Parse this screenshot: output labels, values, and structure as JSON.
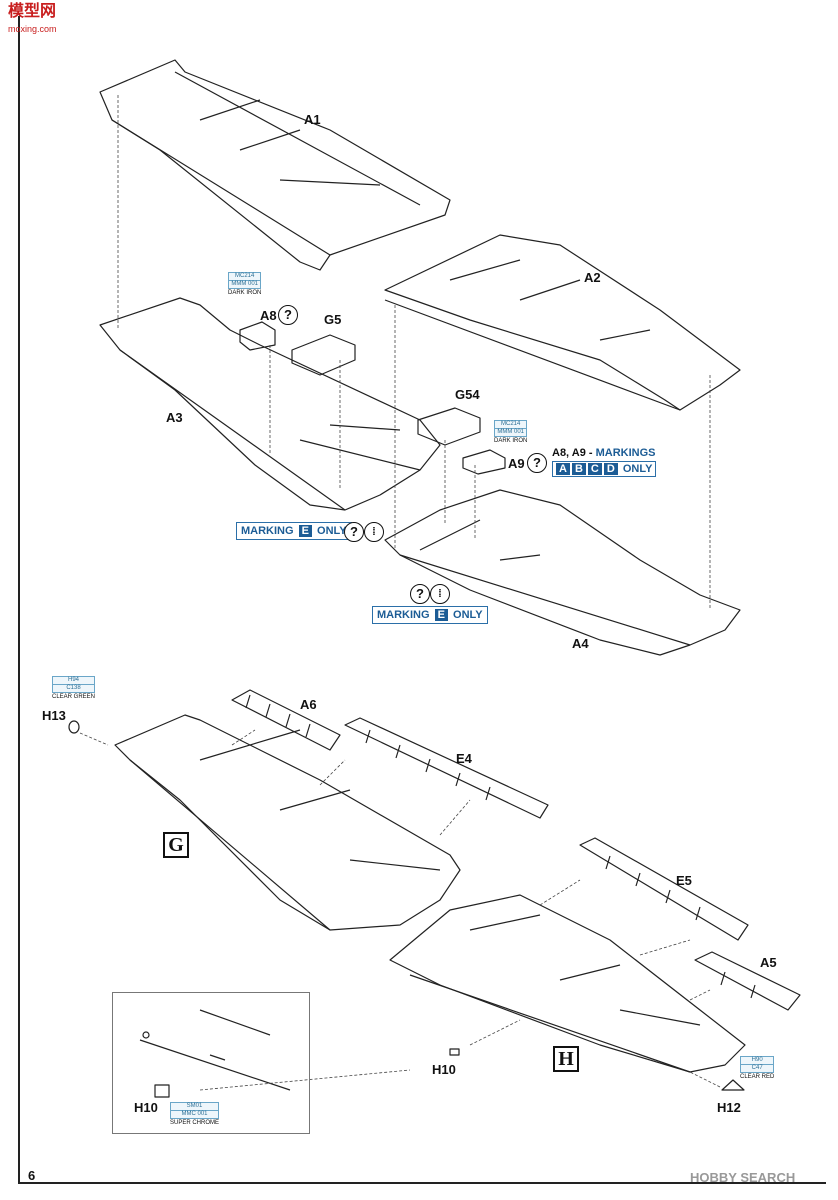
{
  "site_logo": {
    "text": "模型网",
    "subtext": "moxing.com"
  },
  "page_number": "6",
  "watermark": "HOBBY SEARCH",
  "part_labels": {
    "a1": "A1",
    "a2": "A2",
    "a3": "A3",
    "a4": "A4",
    "a5": "A5",
    "a6": "A6",
    "a8": "A8",
    "a9": "A9",
    "g5": "G5",
    "g54": "G54",
    "e4": "E4",
    "e5": "E5",
    "h10_main": "H10",
    "h10_inset": "H10",
    "h12": "H12",
    "h13": "H13"
  },
  "question_symbol": "?",
  "drill_symbol": "⁞",
  "paint_callouts": {
    "mc214_left": {
      "code1": "MC214",
      "code2": "MMM 001",
      "name": "DARK IRON"
    },
    "mc214_right": {
      "code1": "MC214",
      "code2": "MMM 001",
      "name": "DARK IRON"
    },
    "h94": {
      "code1": "H94",
      "code2": "C138",
      "name": "CLEAR GREEN"
    },
    "h90": {
      "code1": "H90",
      "code2": "C47",
      "name": "CLEAR RED"
    },
    "sm01": {
      "code1": "SM01",
      "code2": "MMC 001",
      "name": "SUPER CHROME"
    }
  },
  "marking_notes": {
    "left": {
      "word": "MARKING",
      "letter": "E",
      "suffix": "ONLY"
    },
    "right": {
      "word": "MARKING",
      "letter": "E",
      "suffix": "ONLY"
    },
    "a8a9": {
      "parts": "A8, A9 - ",
      "word": "MARKINGS",
      "letters": [
        "A",
        "B",
        "C",
        "D"
      ],
      "suffix": "ONLY"
    }
  },
  "section_labels": {
    "g": "G",
    "h": "H"
  },
  "colors": {
    "line": "#222222",
    "blue": "#1c5c95",
    "logo_red": "#c81e1e"
  }
}
